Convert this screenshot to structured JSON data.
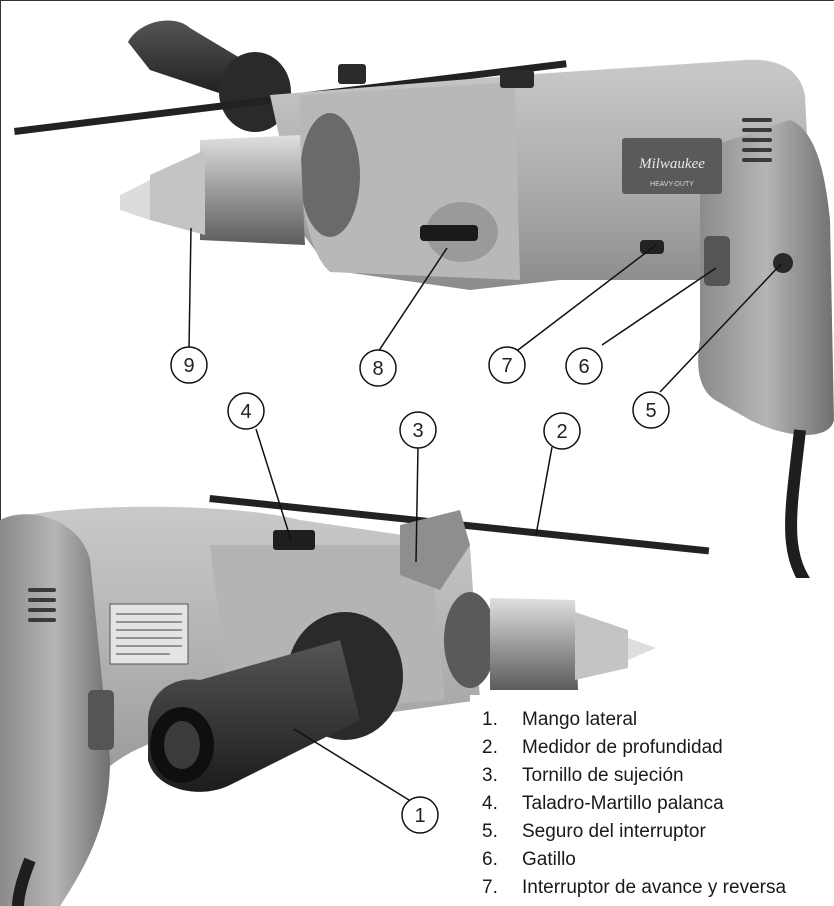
{
  "image": {
    "description_alt": "Milwaukee",
    "logo_text": "Milwaukee",
    "logo_sub": "HEAVY-DUTY"
  },
  "callouts": [
    "1",
    "2",
    "3",
    "4",
    "5",
    "6",
    "7",
    "8",
    "9"
  ],
  "legend": [
    {
      "num": "1.",
      "text": "Mango lateral"
    },
    {
      "num": "2.",
      "text": "Medidor de profundidad"
    },
    {
      "num": "3.",
      "text": "Tornillo de sujeción"
    },
    {
      "num": "4.",
      "text": "Taladro-Martillo palanca"
    },
    {
      "num": "5.",
      "text": "Seguro del interruptor"
    },
    {
      "num": "6.",
      "text": "Gatillo"
    },
    {
      "num": "7.",
      "text": "Interruptor de avance y reversa"
    }
  ]
}
